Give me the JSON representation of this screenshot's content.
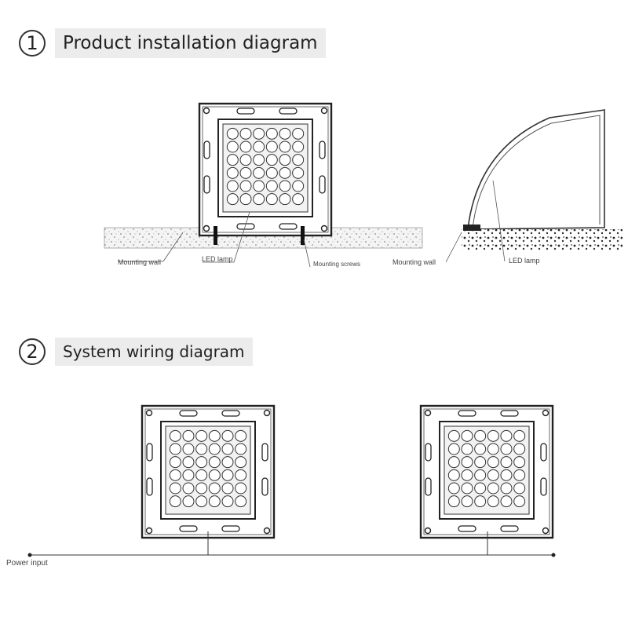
{
  "section1": {
    "number": "1",
    "title": "Product installation diagram"
  },
  "section2": {
    "number": "2",
    "title": "System wiring diagram"
  },
  "labels": {
    "mounting_wall_left": "Mounting wall",
    "led_lamp_left": "LED lamp",
    "mounting_screws": "Mounting screws",
    "mounting_wall_right": "Mounting wall",
    "led_lamp_right": "LED lamp",
    "power_input": "Power input"
  }
}
